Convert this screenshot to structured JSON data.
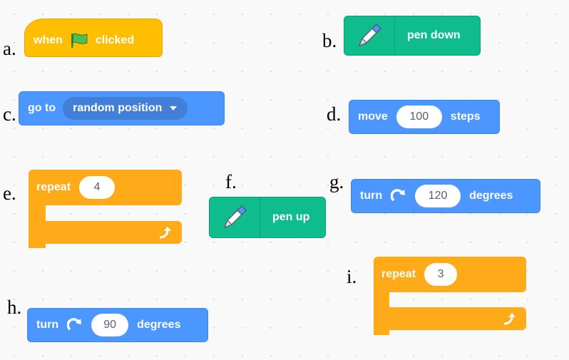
{
  "labels": {
    "a": "a.",
    "b": "b.",
    "c": "c.",
    "d": "d.",
    "e": "e.",
    "f": "f.",
    "g": "g.",
    "h": "h.",
    "i": "i."
  },
  "block_a": {
    "word1": "when",
    "icon": "green-flag-icon",
    "word2": "clicked"
  },
  "block_b": {
    "icon": "pen-icon",
    "text": "pen down"
  },
  "block_c": {
    "text": "go to",
    "dropdown": "random position"
  },
  "block_d": {
    "word1": "move",
    "value": "100",
    "word2": "steps"
  },
  "block_e": {
    "text": "repeat",
    "value": "4",
    "icon": "loop-arrow-icon"
  },
  "block_f": {
    "icon": "pen-icon",
    "text": "pen up"
  },
  "block_g": {
    "word1": "turn",
    "icon": "rotate-clockwise-icon",
    "value": "120",
    "word2": "degrees"
  },
  "block_h": {
    "word1": "turn",
    "icon": "rotate-clockwise-icon",
    "value": "90",
    "word2": "degrees"
  },
  "block_i": {
    "text": "repeat",
    "value": "3",
    "icon": "loop-arrow-icon"
  },
  "colors": {
    "motion": "#4c97ff",
    "events": "#ffbf00",
    "control": "#ffab19",
    "pen": "#0fbd8c",
    "canvas": "#f9f9f9"
  }
}
